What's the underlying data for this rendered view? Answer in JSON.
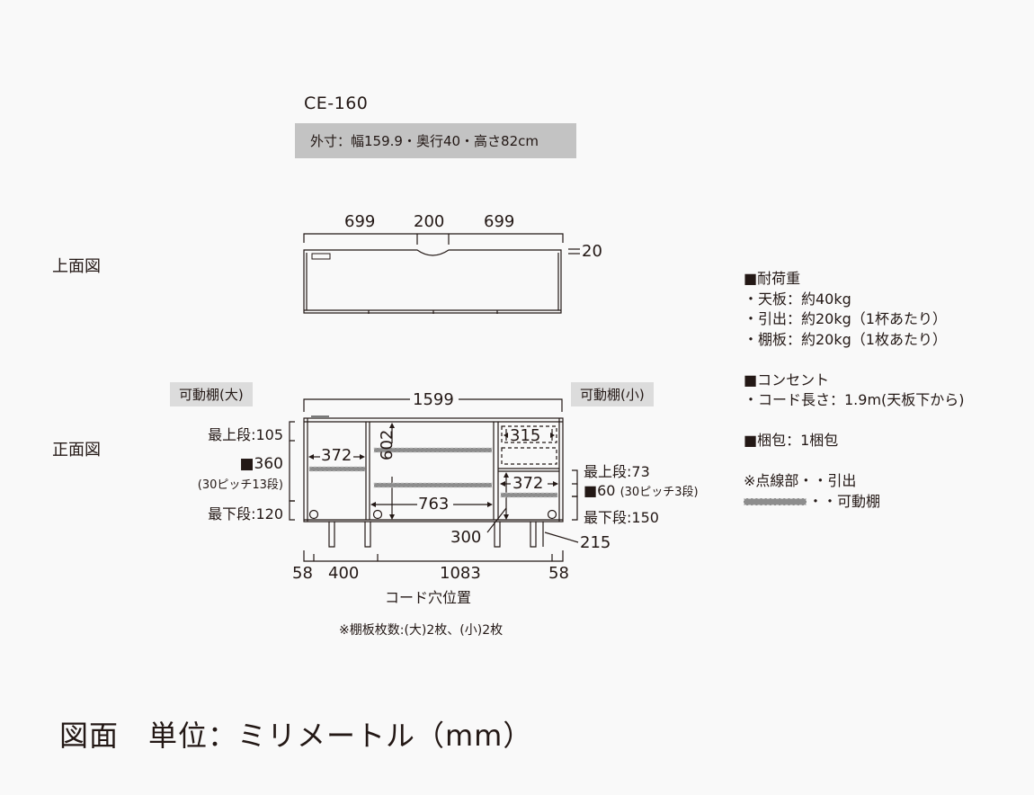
{
  "header": {
    "model": "CE-160",
    "outer_dimensions": "外寸：幅159.9・奥行40・高さ82cm"
  },
  "top_view": {
    "label": "上面図",
    "widths": [
      "699",
      "200",
      "699"
    ],
    "thickness": "20"
  },
  "front_view": {
    "label": "正面図",
    "total_width": "1599",
    "tag_large": "可動棚(大)",
    "tag_small": "可動棚(小)",
    "left_shelf": {
      "top": "最上段:105",
      "pitch": "■360",
      "pitch_note": "(30ピッチ13段)",
      "bottom": "最下段:120"
    },
    "right_shelf": {
      "top": "最上段:73",
      "pitch": "■60",
      "pitch_note": "(30ピッチ3段)",
      "bottom": "最下段:150"
    },
    "inner_dims": {
      "left_width": "372",
      "center_height": "602",
      "center_width": "763",
      "drawer_width": "315",
      "right_width": "372",
      "right_height": "300",
      "cord_height": "215"
    },
    "cord_positions": [
      "58",
      "400",
      "1083",
      "58"
    ],
    "cord_label": "コード穴位置",
    "shelf_count_note": "※棚板枚数:(大)2枚、(小)2枚"
  },
  "specs": {
    "load_title": "■耐荷重",
    "load_items": [
      "・天板：約40kg",
      "・引出：約20kg（1杯あたり）",
      "・棚板：約20kg（1枚あたり）"
    ],
    "outlet_title": "■コンセント",
    "outlet_items": [
      "・コード長さ：1.9m(天板下から)"
    ],
    "package": "■梱包：1梱包",
    "legend_dotted": "※点線部・・引出",
    "legend_bar": "・・可動棚"
  },
  "footer": {
    "title": "図面　単位：ミリメートル（mm）"
  },
  "colors": {
    "background": "#f9f9f9",
    "ink": "#231815",
    "header_box": "#c3c3c3",
    "tag_bg": "#dcdcdc",
    "shelf_bar": "#8d8d8d"
  }
}
